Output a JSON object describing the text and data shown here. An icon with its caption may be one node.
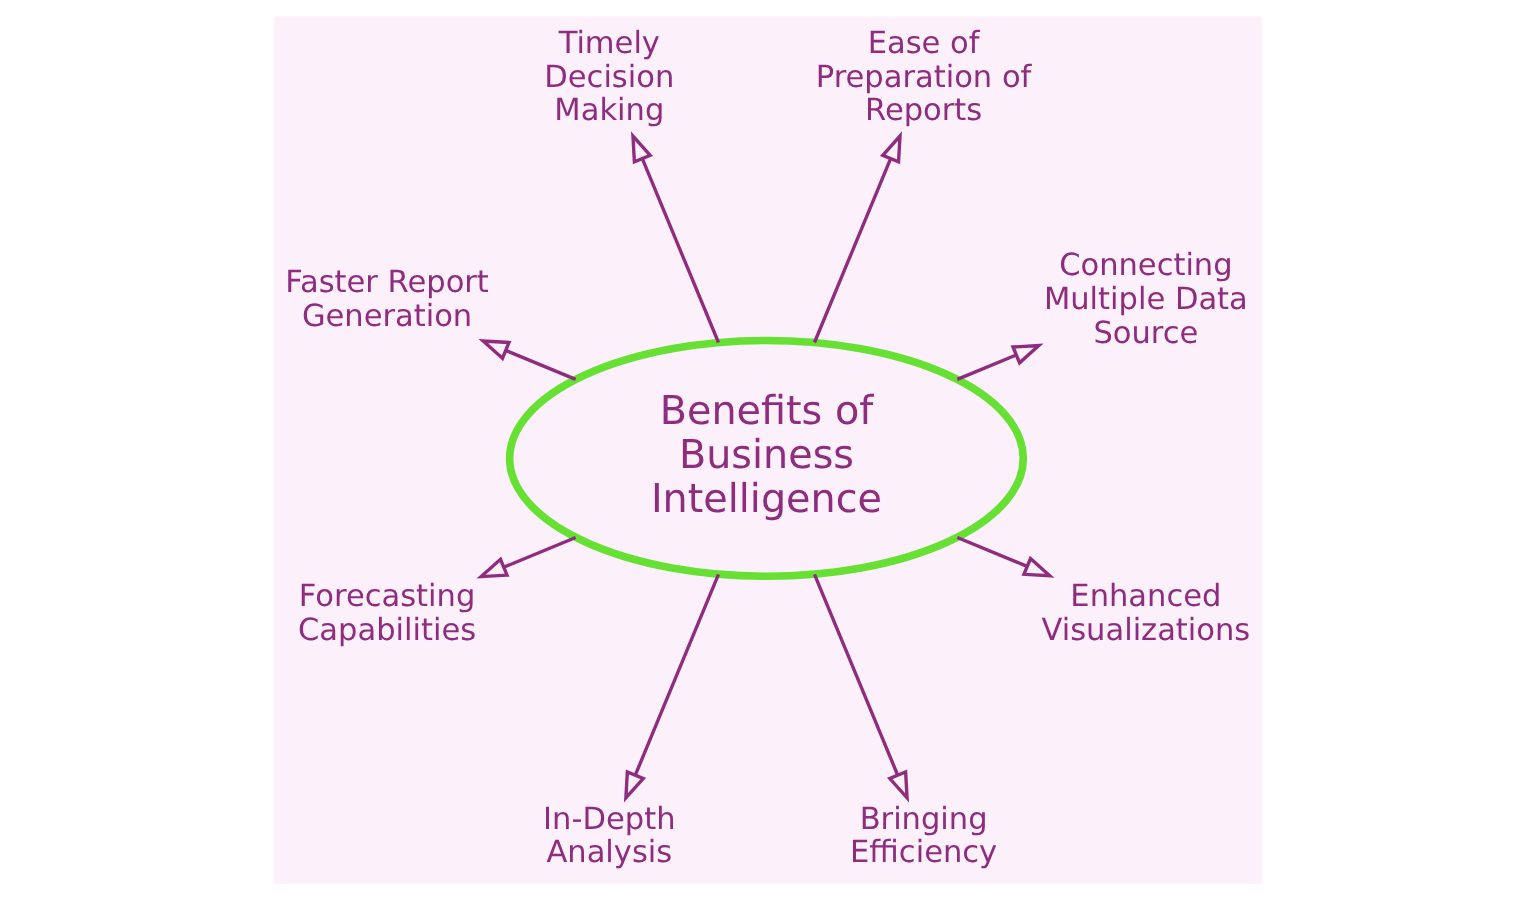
{
  "diagram": {
    "nodes": [
      {
        "text": [
          "Timely Decision Making"
        ]
      },
      {
        "text": [
          "Ease of Preparation of Reports"
        ]
      },
      {
        "text": [
          "Connecting Multiple Data Source"
        ]
      },
      {
        "text": [
          "Faster Report Generation"
        ]
      },
      {
        "text": [
          "Benefits of Business Intelligence"
        ]
      },
      {
        "text": [
          "Enhanced Visualizations"
        ]
      },
      {
        "text": [
          "Forecasting Capabilities"
        ]
      },
      {
        "text": [
          "In-Depth Analysis"
        ]
      },
      {
        "text": [
          "Bringing Efficiency"
        ]
      }
    ],
    "edges": [
      {
        "from": 4,
        "to": 0,
        "arrow": "to"
      },
      {
        "from": 4,
        "to": 1,
        "arrow": "to"
      },
      {
        "from": 4,
        "to": 2,
        "arrow": "to"
      },
      {
        "from": 4,
        "to": 5,
        "arrow": "to"
      },
      {
        "from": 4,
        "to": 8,
        "arrow": "to"
      },
      {
        "from": 4,
        "to": 7,
        "arrow": "to"
      },
      {
        "from": 4,
        "to": 6,
        "arrow": "to"
      },
      {
        "from": 4,
        "to": 3,
        "arrow": "to"
      }
    ]
  }
}
